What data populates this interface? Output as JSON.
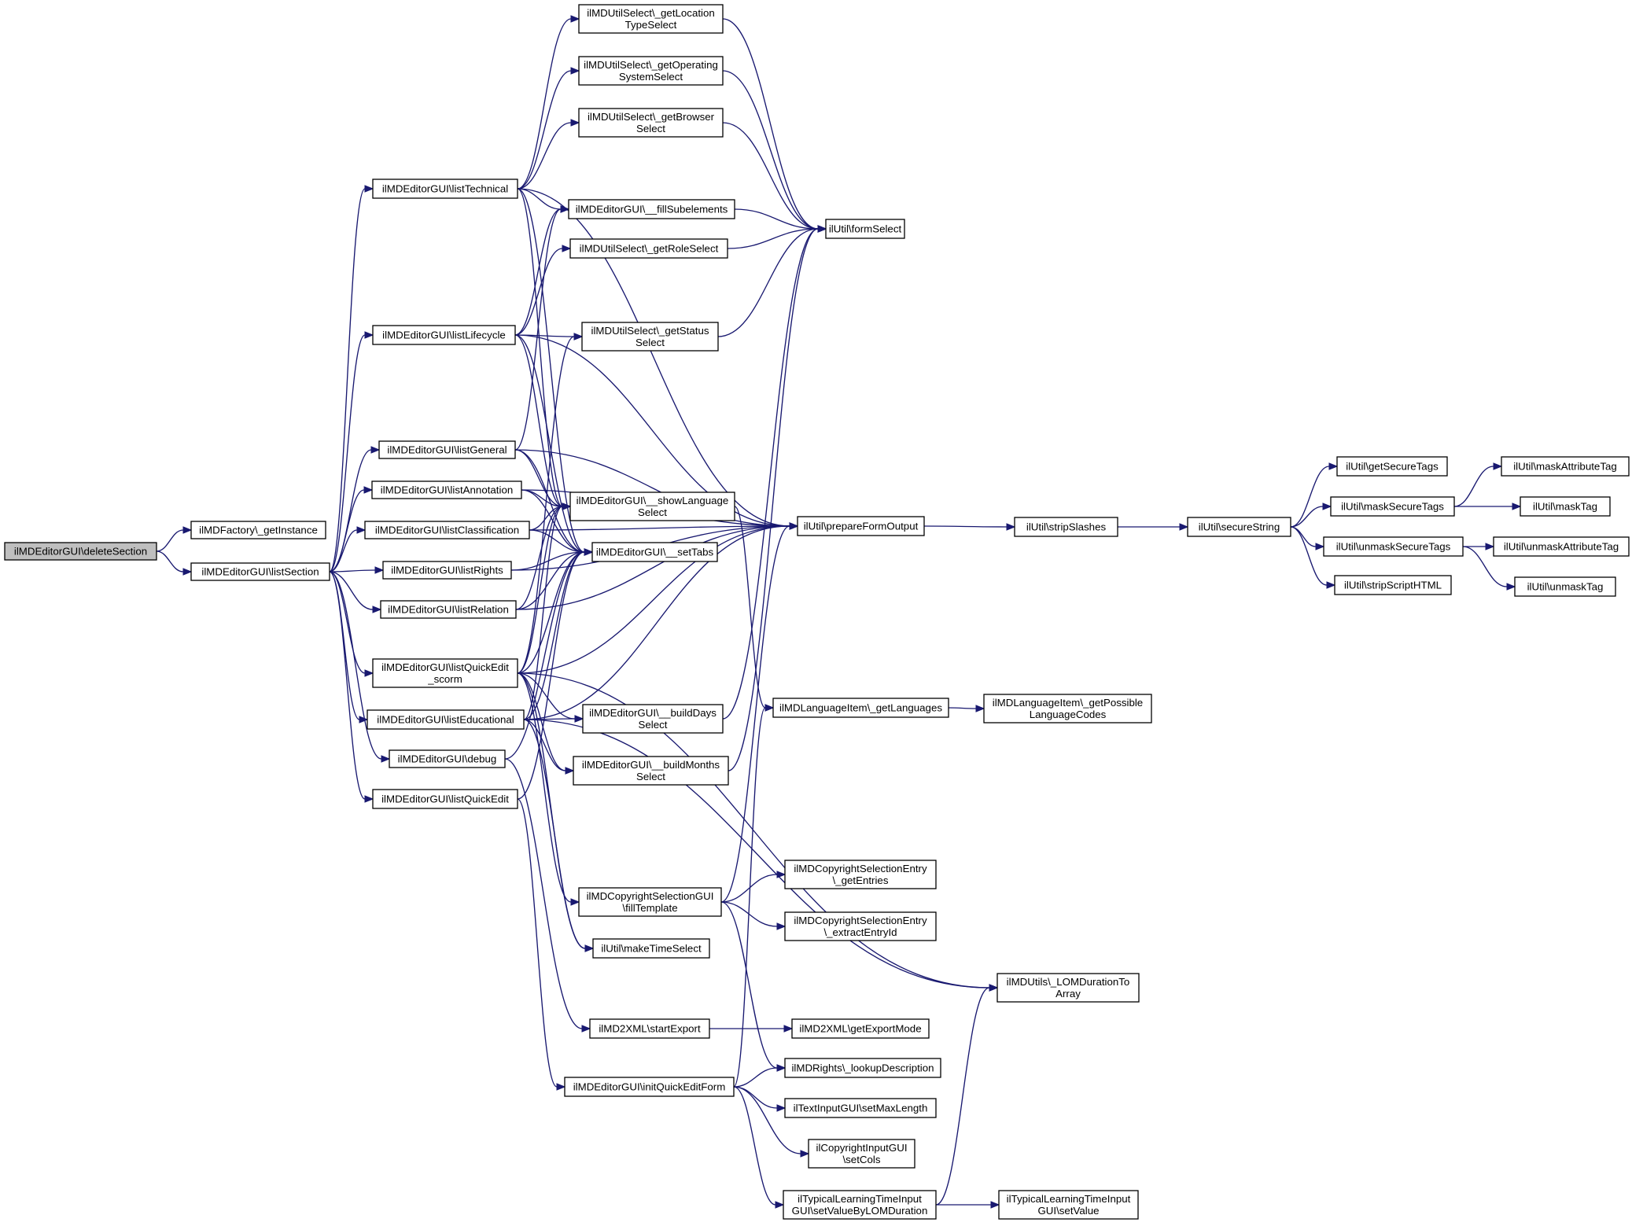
{
  "nodes": [
    {
      "id": "deleteSection",
      "lines": [
        "ilMDEditorGUI\\deleteSection"
      ],
      "root": true
    },
    {
      "id": "getInstance",
      "lines": [
        "ilMDFactory\\_getInstance"
      ]
    },
    {
      "id": "listSection",
      "lines": [
        "ilMDEditorGUI\\listSection"
      ]
    },
    {
      "id": "listTechnical",
      "lines": [
        "ilMDEditorGUI\\listTechnical"
      ]
    },
    {
      "id": "listLifecycle",
      "lines": [
        "ilMDEditorGUI\\listLifecycle"
      ]
    },
    {
      "id": "listGeneral",
      "lines": [
        "ilMDEditorGUI\\listGeneral"
      ]
    },
    {
      "id": "listAnnotation",
      "lines": [
        "ilMDEditorGUI\\listAnnotation"
      ]
    },
    {
      "id": "listClassification",
      "lines": [
        "ilMDEditorGUI\\listClassification"
      ]
    },
    {
      "id": "listRights",
      "lines": [
        "ilMDEditorGUI\\listRights"
      ]
    },
    {
      "id": "listRelation",
      "lines": [
        "ilMDEditorGUI\\listRelation"
      ]
    },
    {
      "id": "listQuickEditScorm",
      "lines": [
        "ilMDEditorGUI\\listQuickEdit",
        "_scorm"
      ]
    },
    {
      "id": "listEducational",
      "lines": [
        "ilMDEditorGUI\\listEducational"
      ]
    },
    {
      "id": "debug",
      "lines": [
        "ilMDEditorGUI\\debug"
      ]
    },
    {
      "id": "listQuickEdit",
      "lines": [
        "ilMDEditorGUI\\listQuickEdit"
      ]
    },
    {
      "id": "getLocationTypeSelect",
      "lines": [
        "ilMDUtilSelect\\_getLocation",
        "TypeSelect"
      ]
    },
    {
      "id": "getOperatingSystemSelect",
      "lines": [
        "ilMDUtilSelect\\_getOperating",
        "SystemSelect"
      ]
    },
    {
      "id": "getBrowserSelect",
      "lines": [
        "ilMDUtilSelect\\_getBrowser",
        "Select"
      ]
    },
    {
      "id": "fillSubelements",
      "lines": [
        "ilMDEditorGUI\\__fillSubelements"
      ]
    },
    {
      "id": "getRoleSelect",
      "lines": [
        "ilMDUtilSelect\\_getRoleSelect"
      ]
    },
    {
      "id": "getStatusSelect",
      "lines": [
        "ilMDUtilSelect\\_getStatus",
        "Select"
      ]
    },
    {
      "id": "showLanguageSelect",
      "lines": [
        "ilMDEditorGUI\\__showLanguage",
        "Select"
      ]
    },
    {
      "id": "setTabs",
      "lines": [
        "ilMDEditorGUI\\__setTabs"
      ]
    },
    {
      "id": "buildDaysSelect",
      "lines": [
        "ilMDEditorGUI\\__buildDays",
        "Select"
      ]
    },
    {
      "id": "buildMonthsSelect",
      "lines": [
        "ilMDEditorGUI\\__buildMonths",
        "Select"
      ]
    },
    {
      "id": "fillTemplate",
      "lines": [
        "ilMDCopyrightSelectionGUI",
        "\\fillTemplate"
      ]
    },
    {
      "id": "makeTimeSelect",
      "lines": [
        "ilUtil\\makeTimeSelect"
      ]
    },
    {
      "id": "startExport",
      "lines": [
        "ilMD2XML\\startExport"
      ]
    },
    {
      "id": "initQuickEditForm",
      "lines": [
        "ilMDEditorGUI\\initQuickEditForm"
      ]
    },
    {
      "id": "formSelect",
      "lines": [
        "ilUtil\\formSelect"
      ]
    },
    {
      "id": "prepareFormOutput",
      "lines": [
        "ilUtil\\prepareFormOutput"
      ]
    },
    {
      "id": "getLanguages",
      "lines": [
        "ilMDLanguageItem\\_getLanguages"
      ]
    },
    {
      "id": "getEntries",
      "lines": [
        "ilMDCopyrightSelectionEntry",
        "\\_getEntries"
      ]
    },
    {
      "id": "extractEntryId",
      "lines": [
        "ilMDCopyrightSelectionEntry",
        "\\_extractEntryId"
      ]
    },
    {
      "id": "getExportMode",
      "lines": [
        "ilMD2XML\\getExportMode"
      ]
    },
    {
      "id": "lookupDescription",
      "lines": [
        "ilMDRights\\_lookupDescription"
      ]
    },
    {
      "id": "setMaxLength",
      "lines": [
        "ilTextInputGUI\\setMaxLength"
      ]
    },
    {
      "id": "setCols",
      "lines": [
        "ilCopyrightInputGUI",
        "\\setCols"
      ]
    },
    {
      "id": "setValueByLOMDuration",
      "lines": [
        "ilTypicalLearningTimeInput",
        "GUI\\setValueByLOMDuration"
      ]
    },
    {
      "id": "LOMDurationToArray",
      "lines": [
        "ilMDUtils\\_LOMDurationTo",
        "Array"
      ]
    },
    {
      "id": "getPossibleLanguageCodes",
      "lines": [
        "ilMDLanguageItem\\_getPossible",
        "LanguageCodes"
      ]
    },
    {
      "id": "tlSetValue",
      "lines": [
        "ilTypicalLearningTimeInput",
        "GUI\\setValue"
      ]
    },
    {
      "id": "stripSlashes",
      "lines": [
        "ilUtil\\stripSlashes"
      ]
    },
    {
      "id": "secureString",
      "lines": [
        "ilUtil\\secureString"
      ]
    },
    {
      "id": "getSecureTags",
      "lines": [
        "ilUtil\\getSecureTags"
      ]
    },
    {
      "id": "maskSecureTags",
      "lines": [
        "ilUtil\\maskSecureTags"
      ]
    },
    {
      "id": "unmaskSecureTags",
      "lines": [
        "ilUtil\\unmaskSecureTags"
      ]
    },
    {
      "id": "stripScriptHTML",
      "lines": [
        "ilUtil\\stripScriptHTML"
      ]
    },
    {
      "id": "maskAttributeTag",
      "lines": [
        "ilUtil\\maskAttributeTag"
      ]
    },
    {
      "id": "maskTag",
      "lines": [
        "ilUtil\\maskTag"
      ]
    },
    {
      "id": "unmaskAttributeTag",
      "lines": [
        "ilUtil\\unmaskAttributeTag"
      ]
    },
    {
      "id": "unmaskTag",
      "lines": [
        "ilUtil\\unmaskTag"
      ]
    }
  ],
  "edges": [
    [
      "deleteSection",
      "getInstance"
    ],
    [
      "deleteSection",
      "listSection"
    ],
    [
      "listSection",
      "listTechnical"
    ],
    [
      "listSection",
      "listLifecycle"
    ],
    [
      "listSection",
      "listGeneral"
    ],
    [
      "listSection",
      "listAnnotation"
    ],
    [
      "listSection",
      "listClassification"
    ],
    [
      "listSection",
      "listRights"
    ],
    [
      "listSection",
      "listRelation"
    ],
    [
      "listSection",
      "listQuickEditScorm"
    ],
    [
      "listSection",
      "listEducational"
    ],
    [
      "listSection",
      "debug"
    ],
    [
      "listSection",
      "listQuickEdit"
    ],
    [
      "listTechnical",
      "getLocationTypeSelect"
    ],
    [
      "listTechnical",
      "getOperatingSystemSelect"
    ],
    [
      "listTechnical",
      "getBrowserSelect"
    ],
    [
      "listTechnical",
      "fillSubelements"
    ],
    [
      "listTechnical",
      "prepareFormOutput"
    ],
    [
      "listTechnical",
      "showLanguageSelect"
    ],
    [
      "listTechnical",
      "setTabs"
    ],
    [
      "listLifecycle",
      "fillSubelements"
    ],
    [
      "listLifecycle",
      "getRoleSelect"
    ],
    [
      "listLifecycle",
      "getStatusSelect"
    ],
    [
      "listLifecycle",
      "prepareFormOutput"
    ],
    [
      "listLifecycle",
      "showLanguageSelect"
    ],
    [
      "listLifecycle",
      "setTabs"
    ],
    [
      "listGeneral",
      "fillSubelements"
    ],
    [
      "listGeneral",
      "prepareFormOutput"
    ],
    [
      "listGeneral",
      "showLanguageSelect"
    ],
    [
      "listGeneral",
      "setTabs"
    ],
    [
      "listAnnotation",
      "prepareFormOutput"
    ],
    [
      "listAnnotation",
      "showLanguageSelect"
    ],
    [
      "listAnnotation",
      "setTabs"
    ],
    [
      "listClassification",
      "prepareFormOutput"
    ],
    [
      "listClassification",
      "showLanguageSelect"
    ],
    [
      "listClassification",
      "setTabs"
    ],
    [
      "listRights",
      "prepareFormOutput"
    ],
    [
      "listRights",
      "setTabs"
    ],
    [
      "listRelation",
      "prepareFormOutput"
    ],
    [
      "listRelation",
      "showLanguageSelect"
    ],
    [
      "listRelation",
      "setTabs"
    ],
    [
      "listQuickEditScorm",
      "getStatusSelect"
    ],
    [
      "listQuickEditScorm",
      "showLanguageSelect"
    ],
    [
      "listQuickEditScorm",
      "setTabs"
    ],
    [
      "listQuickEditScorm",
      "prepareFormOutput"
    ],
    [
      "listQuickEditScorm",
      "buildDaysSelect"
    ],
    [
      "listQuickEditScorm",
      "buildMonthsSelect"
    ],
    [
      "listQuickEditScorm",
      "fillTemplate"
    ],
    [
      "listQuickEditScorm",
      "makeTimeSelect"
    ],
    [
      "listQuickEditScorm",
      "LOMDurationToArray"
    ],
    [
      "listEducational",
      "showLanguageSelect"
    ],
    [
      "listEducational",
      "setTabs"
    ],
    [
      "listEducational",
      "buildDaysSelect"
    ],
    [
      "listEducational",
      "buildMonthsSelect"
    ],
    [
      "listEducational",
      "makeTimeSelect"
    ],
    [
      "listEducational",
      "LOMDurationToArray"
    ],
    [
      "listEducational",
      "prepareFormOutput"
    ],
    [
      "debug",
      "setTabs"
    ],
    [
      "debug",
      "startExport"
    ],
    [
      "listQuickEdit",
      "setTabs"
    ],
    [
      "listQuickEdit",
      "initQuickEditForm"
    ],
    [
      "getLocationTypeSelect",
      "formSelect"
    ],
    [
      "getOperatingSystemSelect",
      "formSelect"
    ],
    [
      "getBrowserSelect",
      "formSelect"
    ],
    [
      "fillSubelements",
      "formSelect"
    ],
    [
      "getRoleSelect",
      "formSelect"
    ],
    [
      "getStatusSelect",
      "formSelect"
    ],
    [
      "showLanguageSelect",
      "getLanguages"
    ],
    [
      "buildDaysSelect",
      "formSelect"
    ],
    [
      "buildMonthsSelect",
      "formSelect"
    ],
    [
      "fillTemplate",
      "prepareFormOutput"
    ],
    [
      "fillTemplate",
      "getEntries"
    ],
    [
      "fillTemplate",
      "extractEntryId"
    ],
    [
      "fillTemplate",
      "lookupDescription"
    ],
    [
      "startExport",
      "getExportMode"
    ],
    [
      "initQuickEditForm",
      "getLanguages"
    ],
    [
      "initQuickEditForm",
      "lookupDescription"
    ],
    [
      "initQuickEditForm",
      "setMaxLength"
    ],
    [
      "initQuickEditForm",
      "setCols"
    ],
    [
      "initQuickEditForm",
      "setValueByLOMDuration"
    ],
    [
      "setValueByLOMDuration",
      "LOMDurationToArray"
    ],
    [
      "setValueByLOMDuration",
      "tlSetValue"
    ],
    [
      "getLanguages",
      "getPossibleLanguageCodes"
    ],
    [
      "prepareFormOutput",
      "stripSlashes"
    ],
    [
      "stripSlashes",
      "secureString"
    ],
    [
      "secureString",
      "getSecureTags"
    ],
    [
      "secureString",
      "maskSecureTags"
    ],
    [
      "secureString",
      "unmaskSecureTags"
    ],
    [
      "secureString",
      "stripScriptHTML"
    ],
    [
      "maskSecureTags",
      "maskAttributeTag"
    ],
    [
      "maskSecureTags",
      "maskTag"
    ],
    [
      "unmaskSecureTags",
      "unmaskAttributeTag"
    ],
    [
      "unmaskSecureTags",
      "unmaskTag"
    ]
  ],
  "colors": {
    "edge": "#191970",
    "node_border": "#000000",
    "node_fill": "#ffffff",
    "root_fill": "#bfbfbf"
  }
}
